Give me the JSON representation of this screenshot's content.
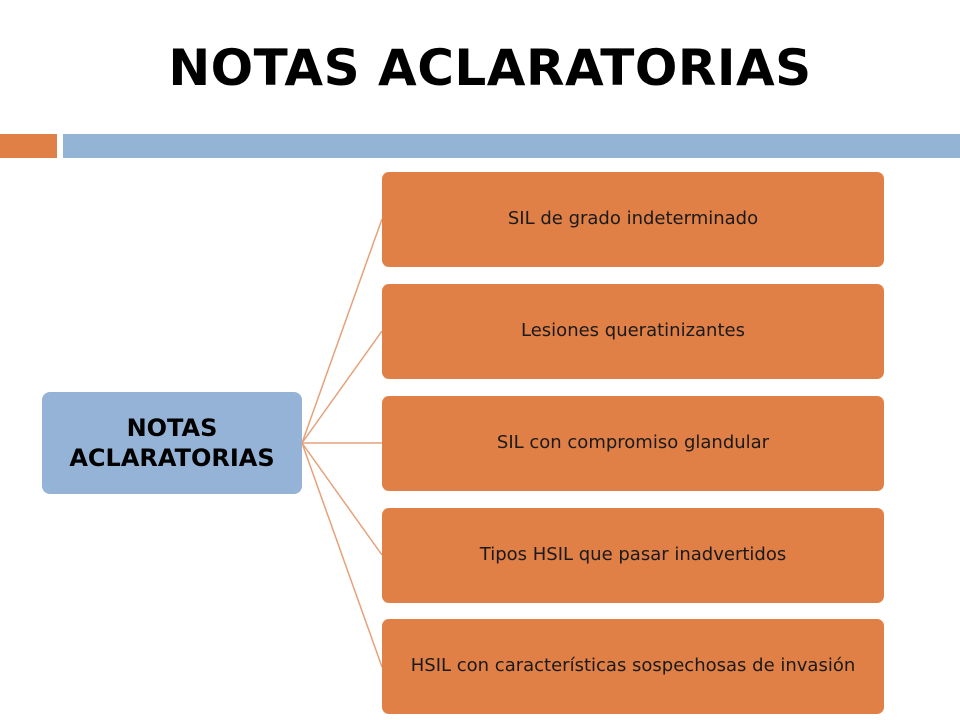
{
  "title": "NOTAS ACLARATORIAS",
  "colors": {
    "accent_orange": "#e07f46",
    "accent_blue": "#94b4d6",
    "root_fill": "#95b3d7",
    "child_fill": "#e07f46",
    "connector": "#e4a27a"
  },
  "diagram": {
    "root": {
      "label": "NOTAS ACLARATORIAS"
    },
    "children": [
      {
        "label": "SIL de grado indeterminado"
      },
      {
        "label": "Lesiones queratinizantes"
      },
      {
        "label": "SIL con compromiso glandular"
      },
      {
        "label": "Tipos HSIL que pasar inadvertidos"
      },
      {
        "label": "HSIL con características sospechosas de invasión"
      }
    ]
  }
}
